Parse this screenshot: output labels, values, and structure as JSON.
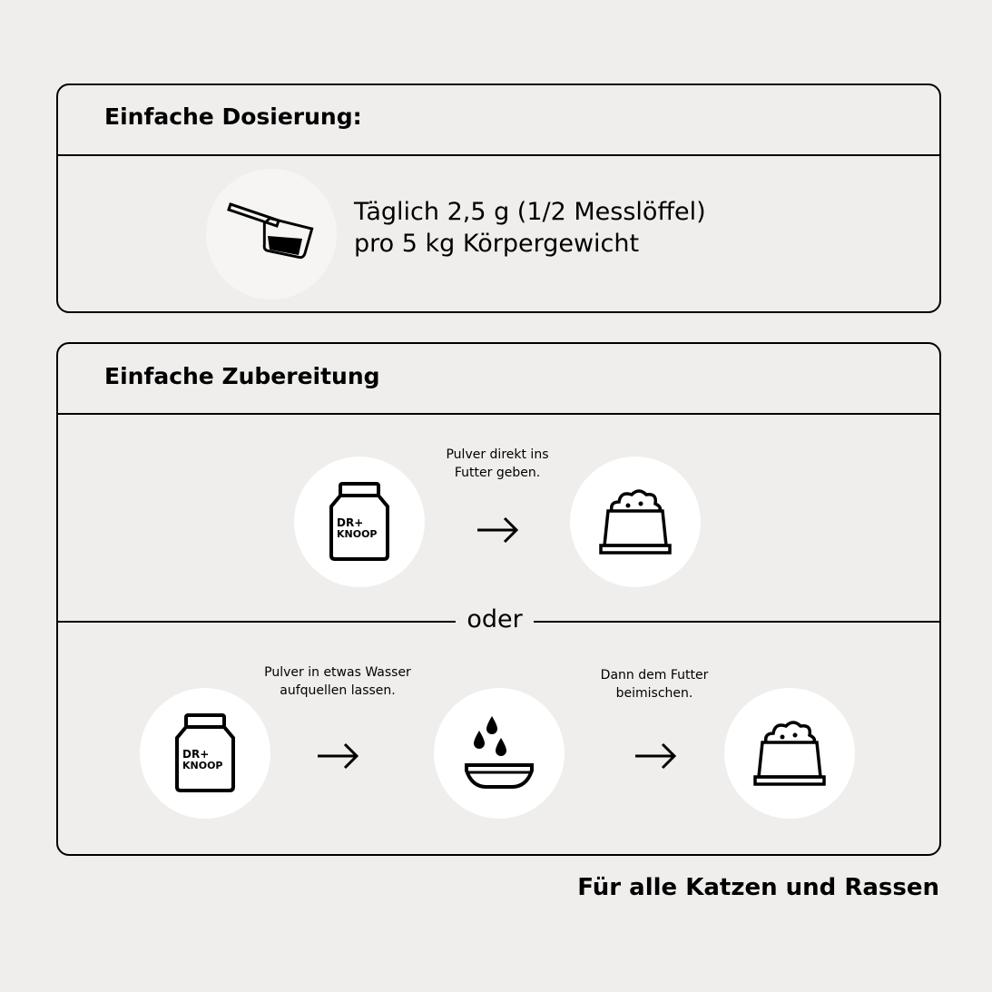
{
  "dosing": {
    "title": "Einfache Dosierung:",
    "line1": "Täglich 2,5 g (1/2 Messlöffel)",
    "line2": "pro 5 kg Körpergewicht"
  },
  "prep": {
    "title": "Einfache Zubereitung",
    "step1_caption_1": "Pulver direkt ins",
    "step1_caption_2": "Futter geben.",
    "or": "oder",
    "step2_caption_1": "Pulver in etwas Wasser",
    "step2_caption_2": "aufquellen lassen.",
    "step3_caption_1": "Dann dem Futter",
    "step3_caption_2": "beimischen.",
    "brand_1": "DR+",
    "brand_2": "KNOOP"
  },
  "footer": "Für alle Katzen und Rassen"
}
